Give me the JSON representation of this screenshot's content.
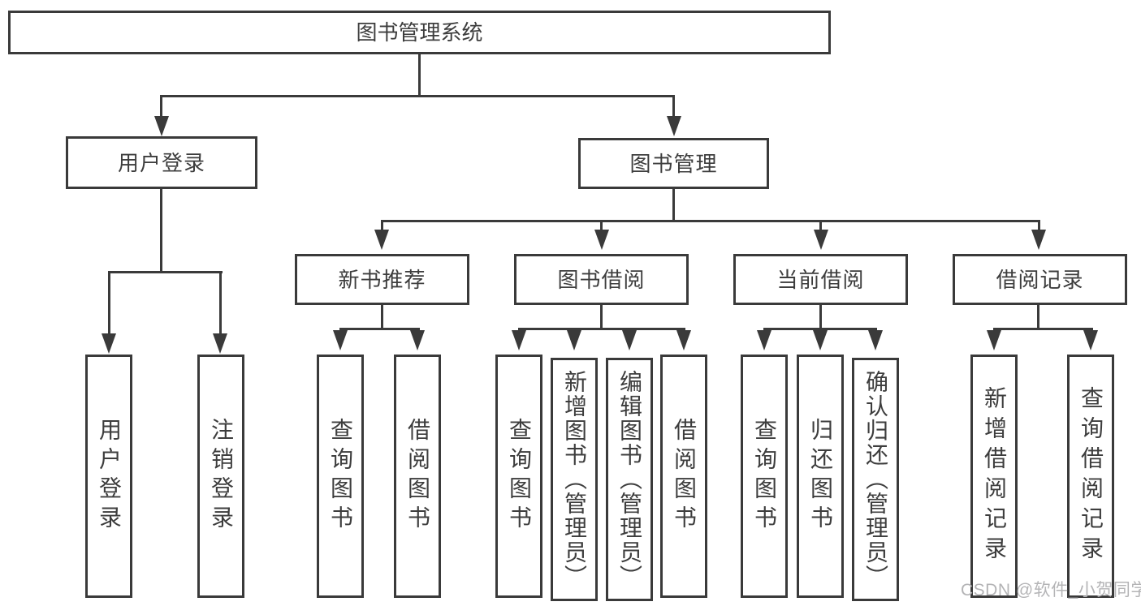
{
  "colors": {
    "line": "#3a3a3a",
    "box_border": "#3a3a3a",
    "text": "#3d3d3d",
    "watermark": "#b4b4b6",
    "background": "#ffffff"
  },
  "watermark": {
    "text": "CSDN @软件_小贺同学"
  },
  "tree": {
    "root": {
      "label": "图书管理系统",
      "children": [
        {
          "label": "用户登录",
          "children": [
            {
              "label": "用户登录"
            },
            {
              "label": "注销登录"
            }
          ]
        },
        {
          "label": "图书管理",
          "children": [
            {
              "label": "新书推荐",
              "children": [
                {
                  "label": "查询图书"
                },
                {
                  "label": "借阅图书"
                }
              ]
            },
            {
              "label": "图书借阅",
              "children": [
                {
                  "label": "查询图书"
                },
                {
                  "label": "新增图书（管理员）"
                },
                {
                  "label": "编辑图书（管理员）"
                },
                {
                  "label": "借阅图书"
                }
              ]
            },
            {
              "label": "当前借阅",
              "children": [
                {
                  "label": "查询图书"
                },
                {
                  "label": "归还图书"
                },
                {
                  "label": "确认归还（管理员）"
                }
              ]
            },
            {
              "label": "借阅记录",
              "children": [
                {
                  "label": "新增借阅记录"
                },
                {
                  "label": "查询借阅记录"
                }
              ]
            }
          ]
        }
      ]
    }
  }
}
